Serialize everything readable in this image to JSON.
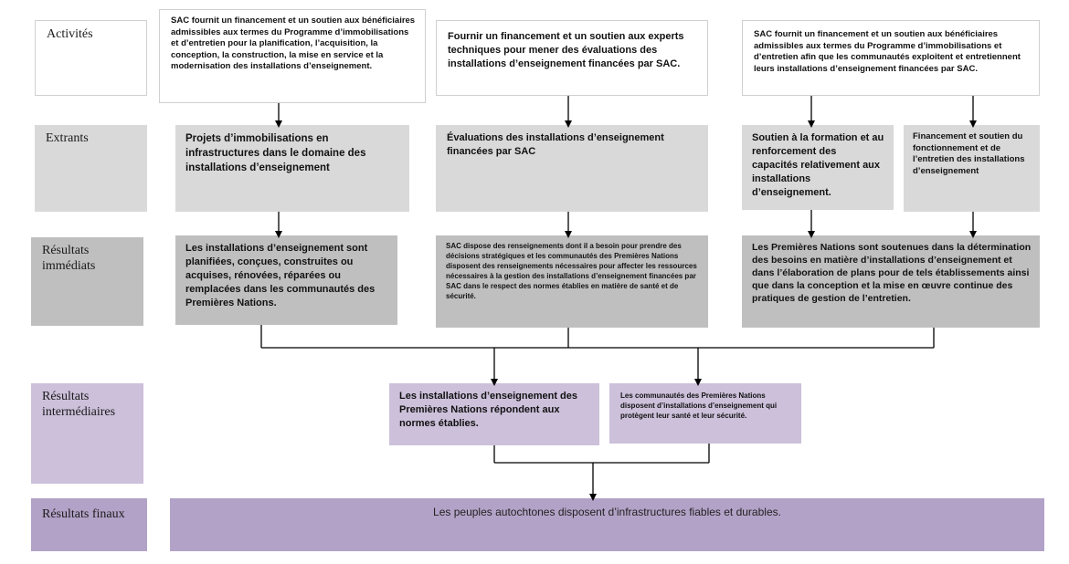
{
  "rows": {
    "activites": "Activités",
    "extrants": "Extrants",
    "immediats": "Résultats immédiats",
    "intermediaires": "Résultats intermédiaires",
    "finaux": "Résultats finaux"
  },
  "activites": {
    "a1": "SAC fournit un financement et un soutien aux bénéficiaires admissibles aux termes du Programme d’immobilisations et d’entretien pour la planification, l’acquisition, la conception, la construction, la mise en service et la modernisation des installations d’enseignement.",
    "a2": "Fournir un financement et un soutien aux experts techniques pour mener des évaluations des installations d’enseignement financées par SAC.",
    "a3": "SAC fournit un financement et un soutien aux bénéficiaires admissibles aux termes du Programme d’immobilisations et d’entretien afin que les communautés exploitent et entretiennent leurs installations d’enseignement financées par SAC."
  },
  "extrants": {
    "e1": "Projets d’immobilisations en infrastructures dans le domaine des installations d’enseignement",
    "e2": "Évaluations des installations d’enseignement financées par SAC",
    "e3": "Soutien à la formation et au renforcement des capacités relativement aux installations d’enseignement.",
    "e4": "Financement et soutien du fonctionnement et de l’entretien des installations d’enseignement"
  },
  "immediats": {
    "i1": "Les installations d’enseignement sont planifiées, conçues, construites ou acquises, rénovées, réparées ou remplacées dans les communautés des Premières Nations.",
    "i2": "SAC dispose des renseignements dont il a besoin pour prendre des décisions stratégiques et les communautés des Premières Nations disposent des renseignements nécessaires pour affecter les ressources nécessaires à la gestion des installations d’enseignement financées par SAC dans le respect des normes établies en matière de santé et de sécurité.",
    "i3": "Les Premières Nations sont soutenues dans la détermination des besoins en matière d’installations d’enseignement et dans l’élaboration de plans pour de tels établissements ainsi que dans la conception et la mise en œuvre continue des pratiques de gestion de l’entretien."
  },
  "intermediaires": {
    "m1": "Les installations d’enseignement des Premières Nations répondent aux normes établies.",
    "m2": "Les communautés des Premières Nations disposent d’installations d’enseignement qui protègent leur santé et leur sécurité."
  },
  "finaux": {
    "f1": "Les peuples autochtones disposent d’infrastructures fiables et durables."
  },
  "colors": {
    "light_gray": "#d9d9d9",
    "mid_gray": "#bfbfbf",
    "light_purple": "#ccc0da",
    "mid_purple": "#b3a2c7"
  }
}
